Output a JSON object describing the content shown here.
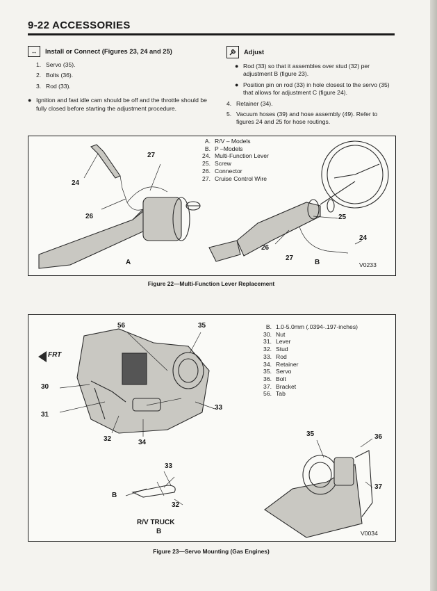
{
  "header": {
    "title": "9-22 ACCESSORIES"
  },
  "install": {
    "icon": "arrows-icon",
    "heading": "Install or Connect (Figures 23, 24 and 25)",
    "steps": [
      {
        "num": "1.",
        "text": "Servo (35)."
      },
      {
        "num": "2.",
        "text": "Bolts (36)."
      },
      {
        "num": "3.",
        "text": "Rod (33)."
      }
    ],
    "bullet": "Ignition and fast idle cam should be off and the throttle should be fully closed before starting the adjustment procedure."
  },
  "adjust": {
    "icon": "wrench-icon",
    "heading": "Adjust",
    "bullets": [
      "Rod (33) so that it assembles over stud (32) per adjustment B (figure 23).",
      "Position pin on rod (33) in hole closest to the servo (35) that allows for adjustment C (figure 24)."
    ],
    "steps": [
      {
        "num": "4.",
        "text": "Retainer (34)."
      },
      {
        "num": "5.",
        "text": "Vacuum hoses (39) and hose assembly (49). Refer to figures 24 and 25 for hose routings."
      }
    ]
  },
  "figure22": {
    "legend": [
      {
        "key": "A.",
        "text": "R/V – Models"
      },
      {
        "key": "B.",
        "text": "P –Models"
      },
      {
        "key": "24.",
        "text": "Multi-Function Lever"
      },
      {
        "key": "25.",
        "text": "Screw"
      },
      {
        "key": "26.",
        "text": "Connector"
      },
      {
        "key": "27.",
        "text": "Cruise Control Wire"
      }
    ],
    "callouts": {
      "c24a": "24",
      "c27a": "27",
      "c26a": "26",
      "c25b": "25",
      "c24b": "24",
      "c26b": "26",
      "c27b": "27"
    },
    "panel_a": "A",
    "panel_b": "B",
    "code": "V0233",
    "caption": "Figure 22—Multi-Function Lever Replacement"
  },
  "figure23": {
    "legend": [
      {
        "key": "B.",
        "text": "1.0-5.0mm (.0394-.197-inches)"
      },
      {
        "key": "30.",
        "text": "Nut"
      },
      {
        "key": "31.",
        "text": "Lever"
      },
      {
        "key": "32.",
        "text": "Stud"
      },
      {
        "key": "33.",
        "text": "Rod"
      },
      {
        "key": "34.",
        "text": "Retainer"
      },
      {
        "key": "35.",
        "text": "Servo"
      },
      {
        "key": "36.",
        "text": "Bolt"
      },
      {
        "key": "37.",
        "text": "Bracket"
      },
      {
        "key": "56.",
        "text": "Tab"
      }
    ],
    "callouts": {
      "c56": "56",
      "c35": "35",
      "c30": "30",
      "c31": "31",
      "c32": "32",
      "c34": "34",
      "c33": "33",
      "c33b": "33",
      "c32b": "32",
      "cB": "B",
      "c35r": "35",
      "c36": "36",
      "c37": "37"
    },
    "frt": "FRT",
    "truck_label": "R/V TRUCK",
    "truck_sub": "B",
    "code": "V0034",
    "caption": "Figure 23—Servo Mounting (Gas Engines)"
  }
}
